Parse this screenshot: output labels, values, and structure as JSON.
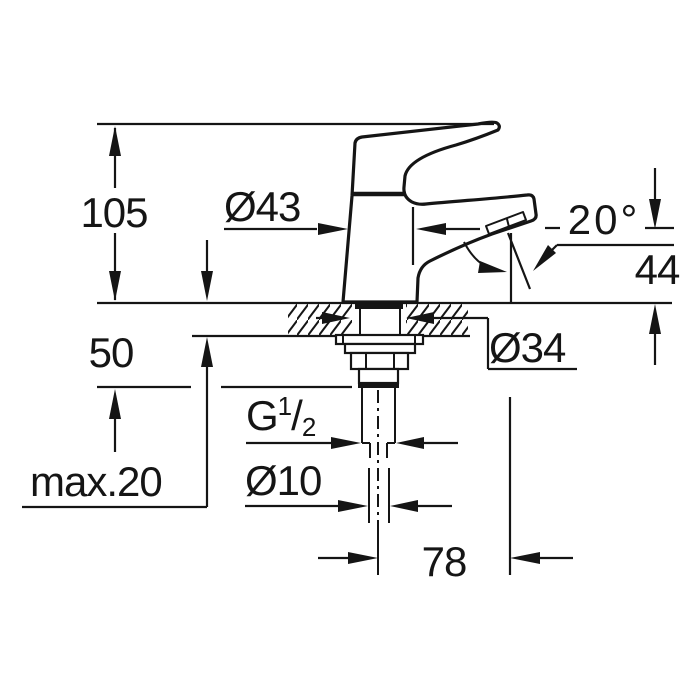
{
  "page": {
    "background": "#ffffff",
    "stroke_color": "#151515"
  },
  "drawing": {
    "type": "technical-dimension-diagram",
    "subject": "single-lever basin pillar tap, side elevation with installation dimensions",
    "units": "mm",
    "dimension_labels": [
      "105",
      "Ø43",
      "20°",
      "44",
      "50",
      "Ø34",
      "max.20",
      "G 1/2",
      "Ø10",
      "78"
    ],
    "labels": {
      "height": "105",
      "base_diameter": "Ø43",
      "spout_angle": "20°",
      "outlet_height": "44",
      "under_counter_depth": "50",
      "hole_diameter": "Ø34",
      "max_deck_thickness": "max.20",
      "thread_base": "G",
      "thread_sup": "1",
      "thread_slash": "/",
      "thread_sub": "2",
      "tail_diameter": "Ø10",
      "spout_reach": "78"
    }
  }
}
